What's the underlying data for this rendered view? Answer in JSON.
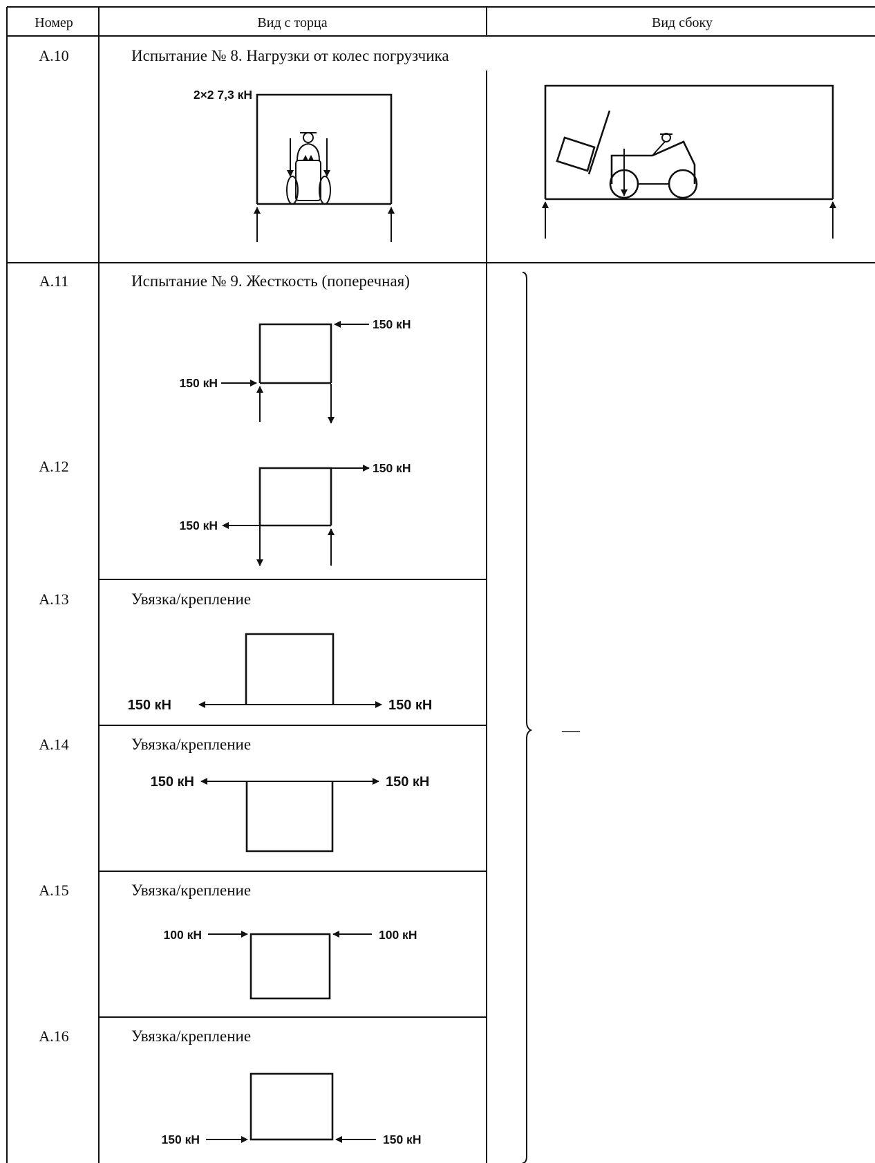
{
  "header": {
    "col_number": "Номер",
    "col_end_view": "Вид с торца",
    "col_side_view": "Вид сбоку"
  },
  "rows": [
    {
      "number": "A.10",
      "title": "Испытание № 8. Нагрузки от колес погрузчика",
      "labels": [
        "2×2 7,3 кН"
      ]
    },
    {
      "number": "A.11",
      "title": "Испытание № 9. Жесткость (поперечная)",
      "labels": [
        "150 кН",
        "150 кН"
      ]
    },
    {
      "number": "A.12",
      "title": "",
      "labels": [
        "150 кН",
        "150 кН"
      ]
    },
    {
      "number": "A.13",
      "title": "Увязка/крепление",
      "labels": [
        "150 кН",
        "150 кН"
      ]
    },
    {
      "number": "A.14",
      "title": "Увязка/крепление",
      "labels": [
        "150 кН",
        "150 кН"
      ]
    },
    {
      "number": "A.15",
      "title": "Увязка/крепление",
      "labels": [
        "100 кН",
        "100 кН"
      ]
    },
    {
      "number": "A.16",
      "title": "Увязка/крепление",
      "labels": [
        "150 кН",
        "150 кН"
      ]
    }
  ],
  "side_view_dash": "—"
}
